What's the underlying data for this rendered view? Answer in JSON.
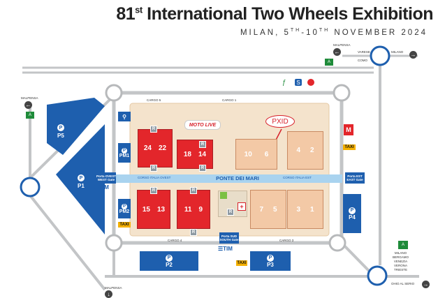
{
  "header": {
    "title_num": "81",
    "title_sup": "st",
    "title_rest": " International Two Wheels Exhibition",
    "sub_a": "MILAN, 5",
    "sub_sup1": "TH",
    "sub_b": "-10",
    "sub_sup2": "TH",
    "sub_c": " NOVEMBER 2024"
  },
  "labels": {
    "malpensa_left": "MALPENSA",
    "malpensa_right": "MALPENSA",
    "varese": "VARESE",
    "como": "COMO",
    "milano_top": "MILANO",
    "milano_right": "MILANO\nBERGAMO\nVENEZIA\nVERONA\nTRIESTE",
    "ohio": "OHIO AL SERIO",
    "malpensa_bottom": "MALPENSA",
    "cargo5": "CARGO 5",
    "cargo1": "CARGO 1",
    "cargo4": "CARGO 4",
    "cargo3": "CARGO 3",
    "ponte": "PONTE DEI MARI",
    "corso_ovest": "CORSO ITALIA OVEST",
    "corso_est": "CORSO ITALIA EST",
    "porta_ovest": "Porta OVEST",
    "west_gate": "WEST Gate",
    "porta_est": "Porta EST",
    "east_gate": "EAST Gate",
    "porta_sud": "Porta SUD",
    "south_gate": "SOUTH Gate",
    "tim": "TIM",
    "pxid": "PXID",
    "motolive": "MOTO LIVE",
    "taxi": "TAXI"
  },
  "parkings": {
    "p5": "P5",
    "p1": "P1",
    "pm1": "PM1",
    "pm2": "PM2",
    "p2": "P2",
    "p3": "P3",
    "p4": "P4",
    "p": "P"
  },
  "halls": {
    "h24": "24",
    "h22": "22",
    "h18": "18",
    "h14": "14",
    "h15": "15",
    "h13": "13",
    "h11": "11",
    "h9": "9",
    "h10": "10",
    "h6": "6",
    "h4": "4",
    "h2": "2",
    "h7": "7",
    "h5": "5",
    "h3": "3",
    "h1": "1"
  },
  "colors": {
    "blue": "#1e5fae",
    "red_hall": "#e3262b",
    "beige_hall": "#f3c9a6",
    "site_bg": "#f4e3cc",
    "ponte": "#a9d3ef",
    "road": "#b7b9bb",
    "taxi": "#f4b000"
  }
}
